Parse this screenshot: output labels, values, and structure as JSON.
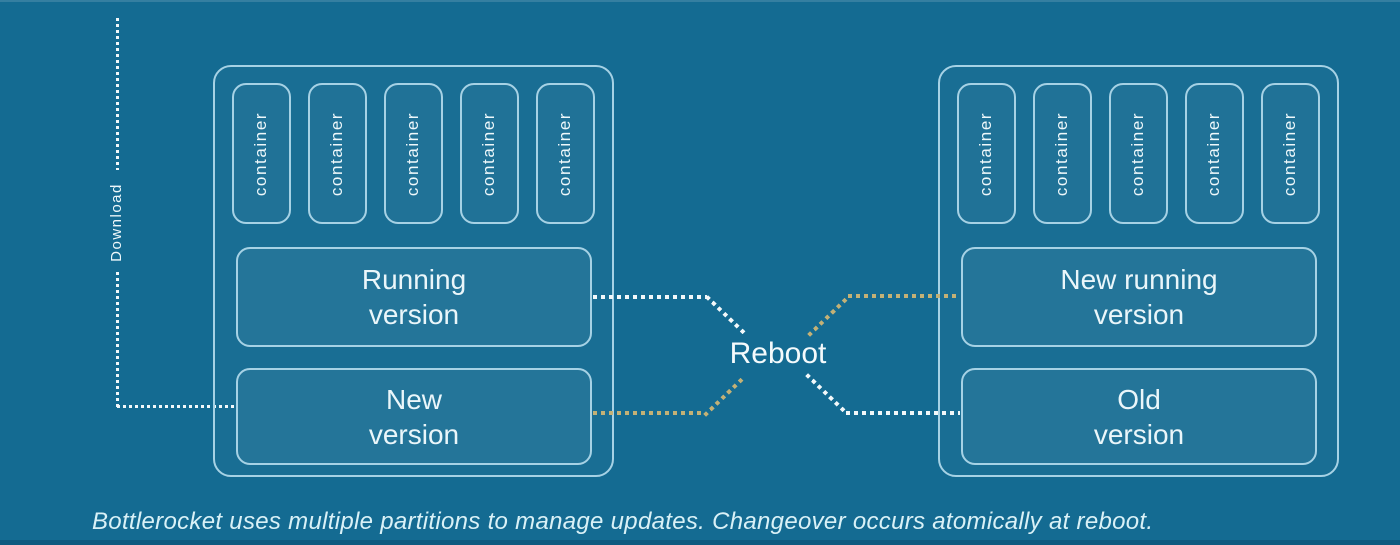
{
  "diagram": {
    "download_label": "Download",
    "reboot_label": "Reboot",
    "container_label": "container",
    "left_partition": {
      "running_version_label": "Running\nversion",
      "new_version_label": "New\nversion"
    },
    "right_partition": {
      "new_running_version_label": "New running\nversion",
      "old_version_label": "Old\nversion"
    },
    "caption": "Bottlerocket uses multiple partitions to manage updates. Changeover occurs atomically at reboot.",
    "colors": {
      "background": "#146b92",
      "box_border": "#a6d2e5",
      "dot_white": "#f2f8fa",
      "dot_gold": "#c3b176",
      "text": "#eaf6fa",
      "bottom_strip": "#0f5a80"
    }
  }
}
